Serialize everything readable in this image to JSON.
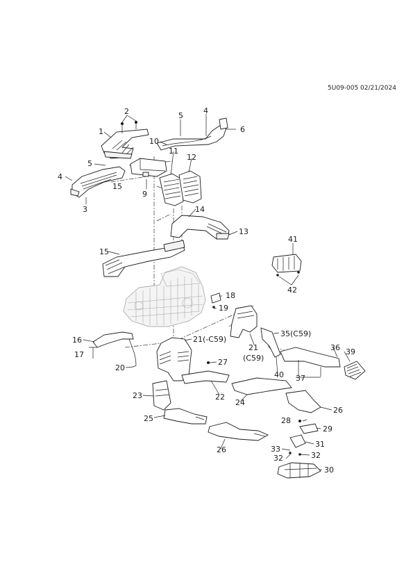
{
  "reference": "5U09-005 02/21/2024",
  "callouts": {
    "c1": "1",
    "c2": "2",
    "c3": "3",
    "c4a": "4",
    "c4b": "4",
    "c5a": "5",
    "c5b": "5",
    "c6": "6",
    "c9": "9",
    "c10": "10",
    "c11": "11",
    "c12": "12",
    "c13": "13",
    "c14": "14",
    "c15a": "15",
    "c15b": "15",
    "c16": "16",
    "c17": "17",
    "c18": "18",
    "c19": "19",
    "c20": "20",
    "c21a": "21(-C59)",
    "c21b": "21",
    "c21c": "(C59)",
    "c22": "22",
    "c23": "23",
    "c24": "24",
    "c25": "25",
    "c26a": "26",
    "c26b": "26",
    "c27": "27",
    "c28": "28",
    "c29": "29",
    "c30": "30",
    "c31": "31",
    "c32a": "32",
    "c32b": "32",
    "c33": "33",
    "c35": "35(C59)",
    "c36": "36",
    "c37": "37",
    "c39": "39",
    "c40": "40",
    "c41": "41",
    "c42": "42"
  }
}
